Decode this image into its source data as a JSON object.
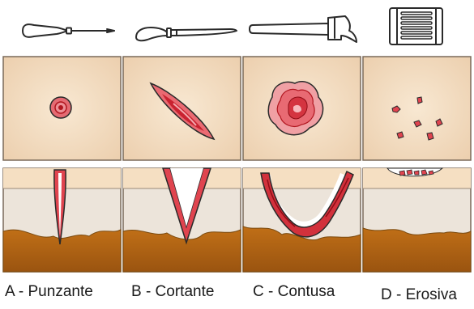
{
  "captions": {
    "a": "A - Punzante",
    "b": "B - Cortante",
    "c": "C - Contusa",
    "d": "D - Erosiva"
  },
  "colors": {
    "skin": "#f2dcc0",
    "epidermis": "#f6e1c4",
    "dermis": "#ece4da",
    "subcutis": "#b2620f",
    "wound": "#e0444f",
    "wound_dark": "#b1161f",
    "outline": "#2a2a2a"
  },
  "icons": [
    "awl-icon",
    "knife-icon",
    "hammer-icon",
    "grater-icon"
  ]
}
